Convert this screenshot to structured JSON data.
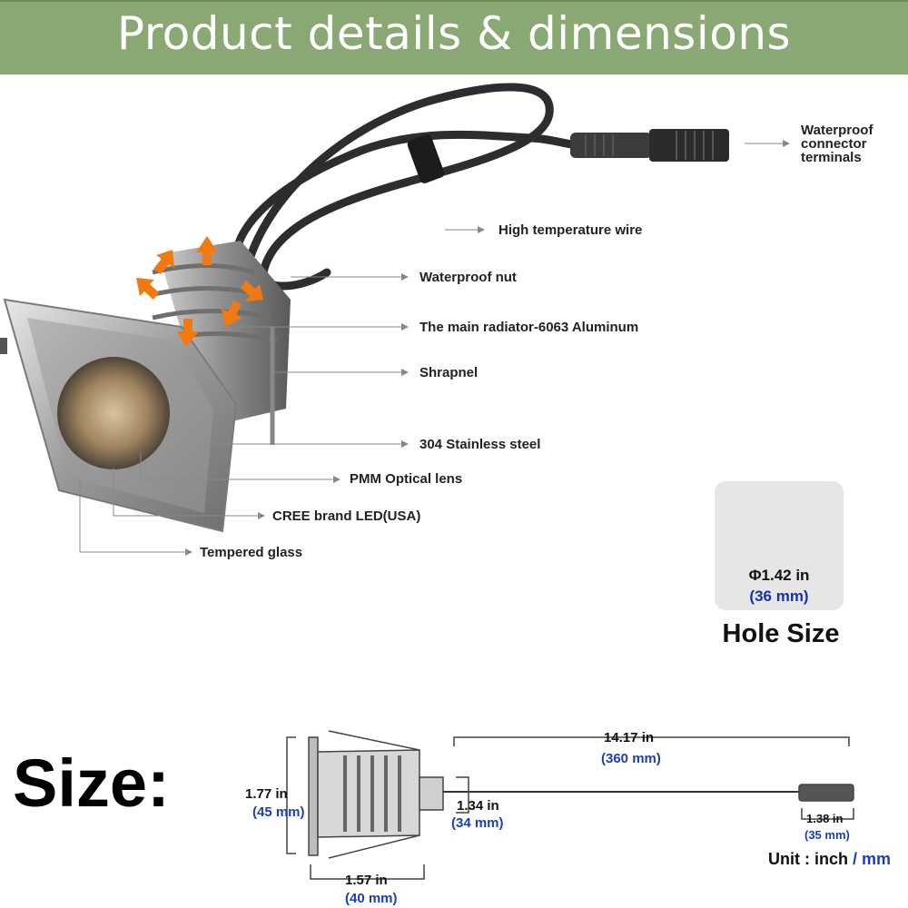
{
  "banner": {
    "title": "Product details & dimensions"
  },
  "callouts": {
    "connector": [
      "Waterproof",
      "connector",
      "terminals"
    ],
    "wire": "High temperature wire",
    "nut": "Waterproof nut",
    "radiator": "The main radiator-6063 Aluminum",
    "shrapnel": "Shrapnel",
    "steel": "304 Stainless steel",
    "lens": "PMM Optical lens",
    "led": "CREE brand LED(USA)",
    "glass": "Tempered glass"
  },
  "hole": {
    "diameter": "Φ1.42 in",
    "mm": "(36 mm)",
    "title": "Hole Size"
  },
  "size": {
    "title": "Size:",
    "height_in": "1.77 in",
    "height_mm": "(45 mm)",
    "width_in": "1.57 in",
    "width_mm": "(40 mm)",
    "body_in": "1.34 in",
    "body_mm": "(34 mm)",
    "cable_in": "14.17 in",
    "cable_mm": "(360 mm)",
    "plug_in": "1.38 in",
    "plug_mm": "(35 mm)",
    "unit_in": "Unit : inch",
    "unit_mm": "/ mm"
  },
  "colors": {
    "banner": "#8aa874",
    "metric": "#1a3fb8",
    "arrow": "#f07a10"
  }
}
